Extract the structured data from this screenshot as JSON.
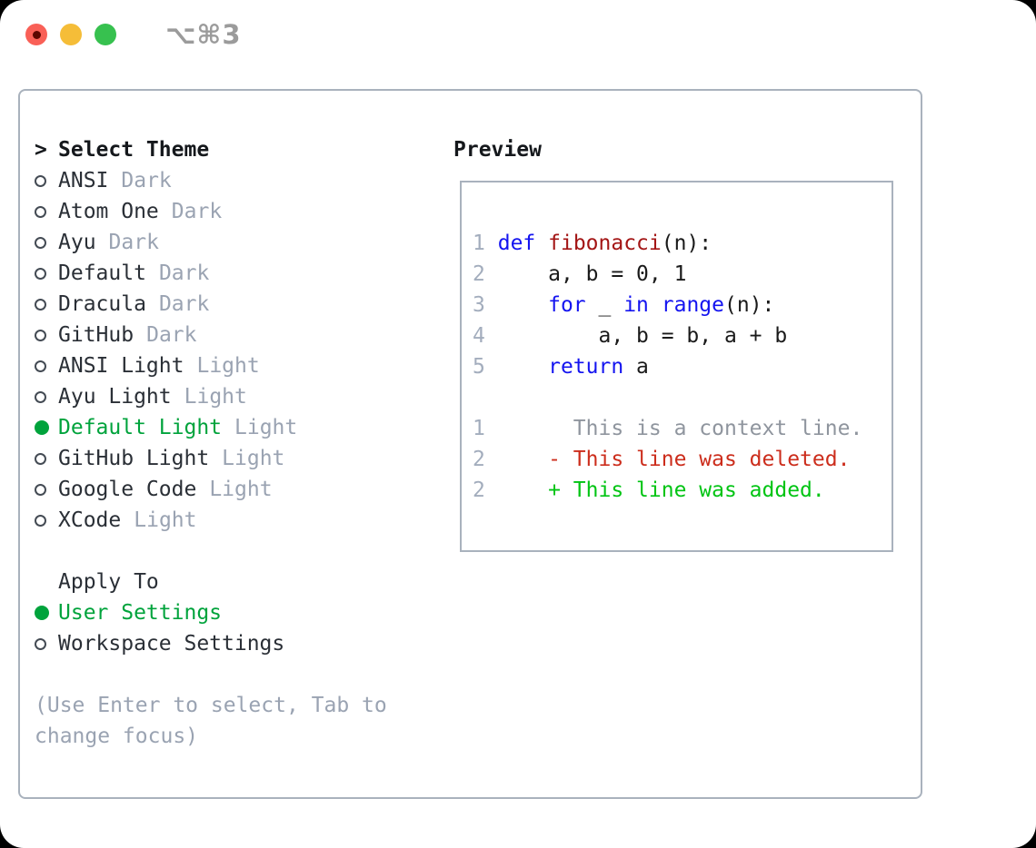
{
  "window": {
    "title": "⌥⌘3"
  },
  "colors": {
    "accent_green": "#00a33c",
    "added_green": "#00c413",
    "deleted_red": "#cc2d1c",
    "keyword_blue": "#1414f0",
    "function_red": "#a31515",
    "muted_gray": "#9aa3b2",
    "line_number_gray": "#a3adbd",
    "border_gray": "#a9b2bd",
    "title_gray": "#9b9b9b",
    "traffic_red": "#f96057",
    "traffic_yellow": "#f5bd38",
    "traffic_green": "#37c14f"
  },
  "theme_selector": {
    "header": {
      "prefix": ">",
      "label": "Select Theme"
    },
    "items": [
      {
        "name": "ANSI",
        "variant": "Dark",
        "selected": false
      },
      {
        "name": "Atom One",
        "variant": "Dark",
        "selected": false
      },
      {
        "name": "Ayu",
        "variant": "Dark",
        "selected": false
      },
      {
        "name": "Default",
        "variant": "Dark",
        "selected": false
      },
      {
        "name": "Dracula",
        "variant": "Dark",
        "selected": false
      },
      {
        "name": "GitHub",
        "variant": "Dark",
        "selected": false
      },
      {
        "name": "ANSI Light",
        "variant": "Light",
        "selected": false
      },
      {
        "name": "Ayu Light",
        "variant": "Light",
        "selected": false
      },
      {
        "name": "Default Light",
        "variant": "Light",
        "selected": true
      },
      {
        "name": "GitHub Light",
        "variant": "Light",
        "selected": false
      },
      {
        "name": "Google Code",
        "variant": "Light",
        "selected": false
      },
      {
        "name": "XCode",
        "variant": "Light",
        "selected": false
      }
    ]
  },
  "apply_to": {
    "label": "Apply To",
    "options": [
      {
        "label": "User Settings",
        "selected": true
      },
      {
        "label": "Workspace Settings",
        "selected": false
      }
    ]
  },
  "help_text": "(Use Enter to select, Tab to change focus)",
  "preview": {
    "label": "Preview",
    "code_lines": [
      {
        "number": "1",
        "tokens": [
          {
            "t": "def",
            "c": "keyword"
          },
          {
            "t": " "
          },
          {
            "t": "fibonacci",
            "c": "function"
          },
          {
            "t": "(n):"
          }
        ]
      },
      {
        "number": "2",
        "tokens": [
          {
            "t": "    a, b = 0, 1"
          }
        ]
      },
      {
        "number": "3",
        "tokens": [
          {
            "t": "    "
          },
          {
            "t": "for",
            "c": "keyword"
          },
          {
            "t": " _ "
          },
          {
            "t": "in",
            "c": "keyword"
          },
          {
            "t": " "
          },
          {
            "t": "range",
            "c": "keyword"
          },
          {
            "t": "(n):"
          }
        ]
      },
      {
        "number": "4",
        "tokens": [
          {
            "t": "        a, b = b, a + b"
          }
        ]
      },
      {
        "number": "5",
        "tokens": [
          {
            "t": "    "
          },
          {
            "t": "return",
            "c": "keyword"
          },
          {
            "t": " a"
          }
        ]
      }
    ],
    "diff_lines": [
      {
        "number": "1",
        "kind": "context",
        "text": "      This is a context line."
      },
      {
        "number": "2",
        "kind": "deleted",
        "text": "    - This line was deleted."
      },
      {
        "number": "2",
        "kind": "added",
        "text": "    + This line was added."
      }
    ]
  }
}
